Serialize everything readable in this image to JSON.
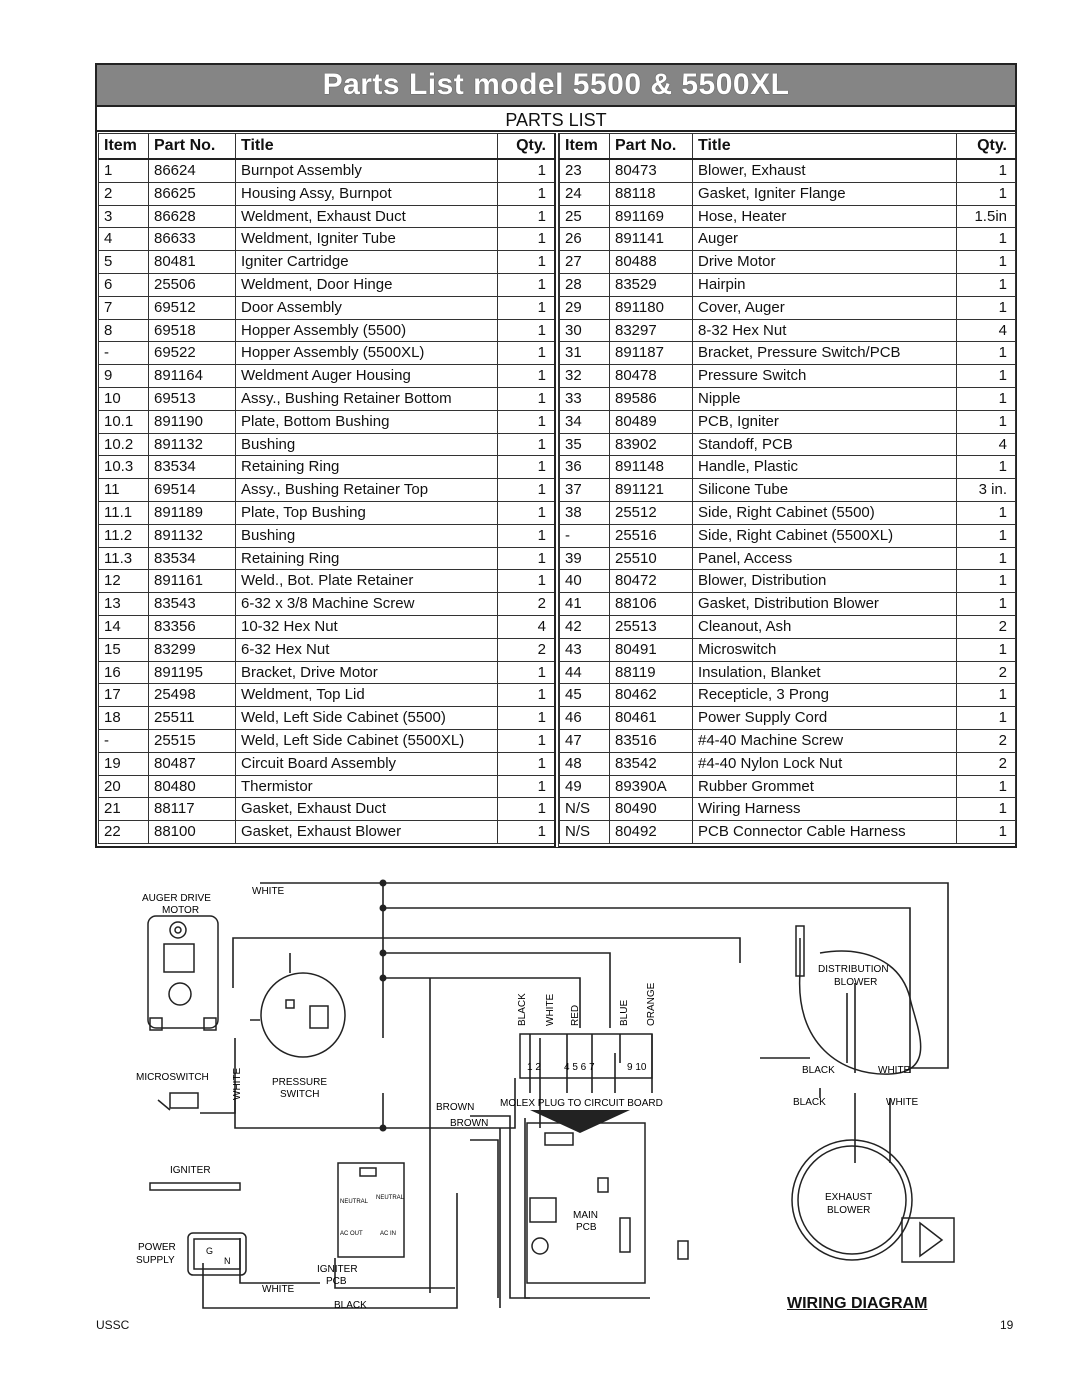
{
  "page_title": "Parts List model 5500 & 5500XL",
  "subtitle": "PARTS LIST",
  "columns": {
    "item": "Item",
    "part_no": "Part No.",
    "title": "Title",
    "qty": "Qty."
  },
  "left_rows": [
    [
      "1",
      "86624",
      "Burnpot Assembly",
      "1"
    ],
    [
      "2",
      "86625",
      "Housing Assy, Burnpot",
      "1"
    ],
    [
      "3",
      "86628",
      "Weldment, Exhaust Duct",
      "1"
    ],
    [
      "4",
      "86633",
      "Weldment, Igniter Tube",
      "1"
    ],
    [
      "5",
      "80481",
      "Igniter Cartridge",
      "1"
    ],
    [
      "6",
      "25506",
      "Weldment, Door Hinge",
      "1"
    ],
    [
      "7",
      "69512",
      "Door Assembly",
      "1"
    ],
    [
      "8",
      "69518",
      "Hopper Assembly (5500)",
      "1"
    ],
    [
      "-",
      "69522",
      "Hopper Assembly (5500XL)",
      "1"
    ],
    [
      "9",
      "891164",
      "Weldment Auger Housing",
      "1"
    ],
    [
      "10",
      "69513",
      "Assy., Bushing Retainer Bottom",
      "1"
    ],
    [
      "10.1",
      "891190",
      "Plate, Bottom Bushing",
      "1"
    ],
    [
      "10.2",
      "891132",
      "Bushing",
      "1"
    ],
    [
      "10.3",
      "83534",
      "Retaining Ring",
      "1"
    ],
    [
      "11",
      "69514",
      "Assy., Bushing Retainer Top",
      "1"
    ],
    [
      "11.1",
      "891189",
      "Plate, Top Bushing",
      "1"
    ],
    [
      "11.2",
      "891132",
      "Bushing",
      "1"
    ],
    [
      "11.3",
      "83534",
      "Retaining Ring",
      "1"
    ],
    [
      "12",
      "891161",
      "Weld., Bot. Plate Retainer",
      "1"
    ],
    [
      "13",
      "83543",
      "6-32 x 3/8 Machine Screw",
      "2"
    ],
    [
      "14",
      "83356",
      "10-32 Hex Nut",
      "4"
    ],
    [
      "15",
      "83299",
      "6-32 Hex Nut",
      "2"
    ],
    [
      "16",
      "891195",
      "Bracket, Drive Motor",
      "1"
    ],
    [
      "17",
      "25498",
      "Weldment, Top Lid",
      "1"
    ],
    [
      "18",
      "25511",
      "Weld, Left Side Cabinet (5500)",
      "1"
    ],
    [
      "-",
      "25515",
      "Weld, Left Side Cabinet (5500XL)",
      "1"
    ],
    [
      "19",
      "80487",
      "Circuit Board Assembly",
      "1"
    ],
    [
      "20",
      "80480",
      "Thermistor",
      "1"
    ],
    [
      "21",
      "88117",
      "Gasket, Exhaust Duct",
      "1"
    ],
    [
      "22",
      "88100",
      "Gasket, Exhaust Blower",
      "1"
    ]
  ],
  "right_rows": [
    [
      "23",
      "80473",
      "Blower, Exhaust",
      "1"
    ],
    [
      "24",
      "88118",
      "Gasket, Igniter Flange",
      "1"
    ],
    [
      "25",
      "891169",
      "Hose, Heater",
      "1.5in"
    ],
    [
      "26",
      "891141",
      "Auger",
      "1"
    ],
    [
      "27",
      "80488",
      "Drive Motor",
      "1"
    ],
    [
      "28",
      "83529",
      "Hairpin",
      "1"
    ],
    [
      "29",
      "891180",
      "Cover, Auger",
      "1"
    ],
    [
      "30",
      "83297",
      "8-32 Hex Nut",
      "4"
    ],
    [
      "31",
      "891187",
      "Bracket, Pressure Switch/PCB",
      "1"
    ],
    [
      "32",
      "80478",
      "Pressure Switch",
      "1"
    ],
    [
      "33",
      "89586",
      "Nipple",
      "1"
    ],
    [
      "34",
      "80489",
      "PCB, Igniter",
      "1"
    ],
    [
      "35",
      "83902",
      "Standoff, PCB",
      "4"
    ],
    [
      "36",
      "891148",
      "Handle, Plastic",
      "1"
    ],
    [
      "37",
      "891121",
      "Silicone Tube",
      "3 in."
    ],
    [
      "38",
      "25512",
      "Side, Right Cabinet (5500)",
      "1"
    ],
    [
      "-",
      "25516",
      "Side, Right Cabinet (5500XL)",
      "1"
    ],
    [
      "39",
      "25510",
      "Panel, Access",
      "1"
    ],
    [
      "40",
      "80472",
      "Blower, Distribution",
      "1"
    ],
    [
      "41",
      "88106",
      "Gasket, Distribution Blower",
      "1"
    ],
    [
      "42",
      "25513",
      "Cleanout, Ash",
      "2"
    ],
    [
      "43",
      "80491",
      "Microswitch",
      "1"
    ],
    [
      "44",
      "88119",
      "Insulation, Blanket",
      "2"
    ],
    [
      "45",
      "80462",
      "Recepticle, 3 Prong",
      "1"
    ],
    [
      "46",
      "80461",
      "Power Supply Cord",
      "1"
    ],
    [
      "47",
      "83516",
      "#4-40 Machine Screw",
      "2"
    ],
    [
      "48",
      "83542",
      "#4-40 Nylon Lock Nut",
      "2"
    ],
    [
      "49",
      "89390A",
      "Rubber Grommet",
      "1"
    ],
    [
      "N/S",
      "80490",
      "Wiring Harness",
      "1"
    ],
    [
      "N/S",
      "80492",
      "PCB Connector Cable Harness",
      "1"
    ]
  ],
  "diagram": {
    "auger_drive_motor": "AUGER DRIVE",
    "auger_drive_motor_2": "MOTOR",
    "white_top": "WHITE",
    "microswitch": "MICROSWITCH",
    "white_vertical": "WHITE",
    "pressure_switch": "PRESSURE",
    "pressure_switch_2": "SWITCH",
    "igniter": "IGNITER",
    "power_supply": "POWER",
    "power_supply_2": "SUPPLY",
    "g": "G",
    "n": "N",
    "white_bottom": "WHITE",
    "igniter_pcb": "IGNITER",
    "igniter_pcb_2": "PCB",
    "black_bottom": "BLACK",
    "neutral_1": "NEUTRAL",
    "neutral_2": "NEUTRAL",
    "ac_out": "AC OUT",
    "ac_in": "AC IN",
    "brown_1": "BROWN",
    "brown_2": "BROWN",
    "wire_black": "BLACK",
    "wire_white": "WHITE",
    "wire_red": "RED",
    "wire_blue": "BLUE",
    "wire_orange": "ORANGE",
    "pins_1": "1  2",
    "pins_2": "4  5  6  7",
    "pins_3": "9  10",
    "molex": "MOLEX PLUG TO CIRCUIT BOARD",
    "main_pcb": "MAIN",
    "main_pcb_2": "PCB",
    "distribution_blower": "DISTRIBUTION",
    "distribution_blower_2": "BLOWER",
    "black_dist": "BLACK",
    "white_dist": "WHITE",
    "black_exh": "BLACK",
    "white_exh": "WHITE",
    "exhaust_blower": "EXHAUST",
    "exhaust_blower_2": "BLOWER"
  },
  "wiring_diagram_title": "WIRING DIAGRAM",
  "footer": {
    "left": "USSC",
    "right": "19"
  }
}
